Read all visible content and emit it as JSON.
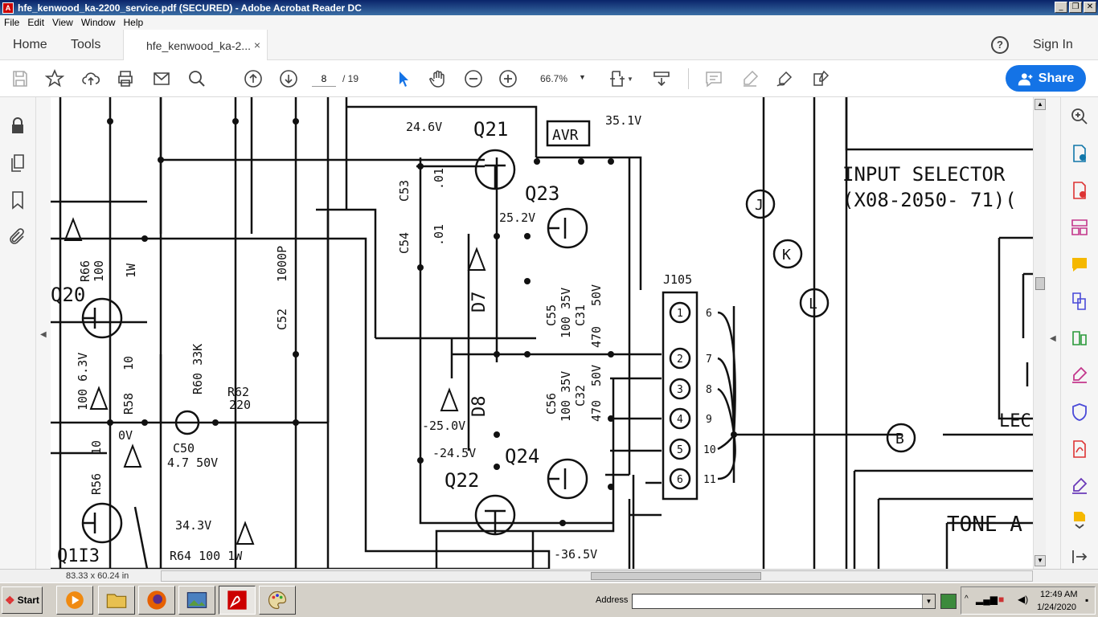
{
  "window": {
    "title": "hfe_kenwood_ka-2200_service.pdf (SECURED) - Adobe Acrobat Reader DC"
  },
  "menu": [
    "File",
    "Edit",
    "View",
    "Window",
    "Help"
  ],
  "tabs": {
    "home": "Home",
    "tools": "Tools",
    "document": "hfe_kenwood_ka-2...",
    "close": "×",
    "help": "?",
    "sign_in": "Sign In"
  },
  "toolbar": {
    "page_current": "8",
    "page_total": "/ 19",
    "zoom": "66.7%",
    "share_label": "Share",
    "colors": {
      "share_bg": "#1473e6",
      "cursor_active": "#1473e6"
    }
  },
  "status": {
    "page_dimensions": "83.33 x 60.24 in"
  },
  "taskbar": {
    "start_label": "Start",
    "address_label": "Address",
    "address_value": "",
    "clock_time": "12:49 AM",
    "clock_date": "1/24/2020"
  },
  "schematic": {
    "labels": {
      "q21": "Q21",
      "q23": "Q23",
      "q20": "Q20",
      "q22": "Q22",
      "q24": "Q24",
      "q18": "Q1I3",
      "avr": "AVR",
      "v246": "24.6V",
      "v351": "35.1V",
      "v252": "25.2V",
      "c53": "C53",
      "c53v": ".01",
      "c54": "C54",
      "c54v": ".01",
      "r66": "R66",
      "r66v": "100",
      "r66w": "1W",
      "d7": "D7",
      "d8": "D8",
      "c52": "C52",
      "c52v": "1000P",
      "c55": "C55",
      "c55v": "100 35V",
      "c31": "C31",
      "c31v": "470",
      "c31w": "50V",
      "c56": "C56",
      "c56v": "100 35V",
      "c32": "C32",
      "c32v": "470",
      "c32w": "50V",
      "c_left": "100 6.3V",
      "r58": "R58",
      "r58v": "10",
      "r56": "R56",
      "r56v": "10",
      "r60": "R60 33K",
      "r62": "R62",
      "r62v": "220",
      "c50": "C50",
      "c50v": "4.7 50V",
      "zero_v": "0V",
      "v250": "-25.0V",
      "v245": "-24.5V",
      "v343": "34.3V",
      "v365": "-36.5V",
      "r64": "R64 100 1W",
      "j105": "J105",
      "input_selector": "INPUT SELECTOR",
      "part_no": "(X08-2050- 71)(",
      "tone": "TONE A",
      "led": "LEC",
      "conn_j": "J",
      "conn_k": "K",
      "conn_l": "L",
      "conn_b": "B",
      "pins": [
        "1",
        "2",
        "3",
        "4",
        "5",
        "6"
      ],
      "pins_r": [
        "6",
        "7",
        "8",
        "9",
        "10",
        "11"
      ]
    }
  }
}
